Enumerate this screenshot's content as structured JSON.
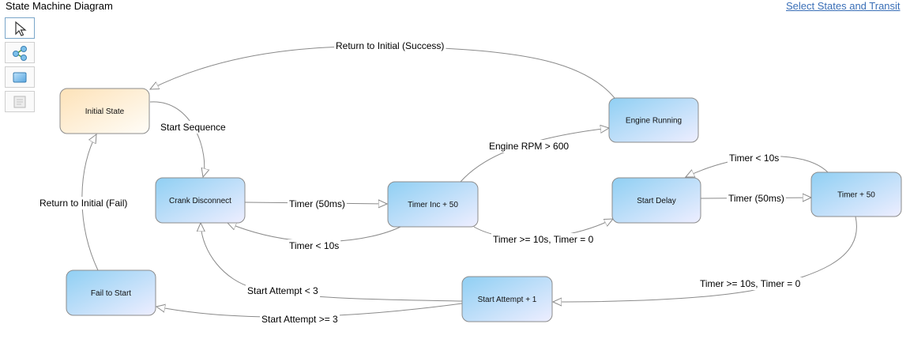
{
  "header": {
    "title": "State Machine Diagram",
    "link": "Select States and Transit"
  },
  "toolbar": {
    "tools": [
      {
        "icon": "pointer-icon"
      },
      {
        "icon": "transition-icon"
      },
      {
        "icon": "state-icon"
      },
      {
        "icon": "note-icon"
      }
    ]
  },
  "states": [
    {
      "id": "initial",
      "label": "Initial State",
      "style": "initial"
    },
    {
      "id": "engine_running",
      "label": "Engine Running",
      "style": "normal"
    },
    {
      "id": "crank",
      "label": "Crank Disconnect",
      "style": "normal"
    },
    {
      "id": "timer_inc",
      "label": "Timer Inc + 50",
      "style": "normal"
    },
    {
      "id": "start_delay",
      "label": "Start Delay",
      "style": "normal"
    },
    {
      "id": "timer_50",
      "label": "Timer + 50",
      "style": "normal"
    },
    {
      "id": "fail",
      "label": "Fail to Start",
      "style": "normal"
    },
    {
      "id": "attempt",
      "label": "Start Attempt + 1",
      "style": "normal"
    }
  ],
  "transitions": [
    {
      "id": "t1",
      "from": "engine_running",
      "to": "initial",
      "label": "Return to Initial (Success)"
    },
    {
      "id": "t2",
      "from": "initial",
      "to": "crank",
      "label": "Start Sequence"
    },
    {
      "id": "t3",
      "from": "timer_inc",
      "to": "engine_running",
      "label": "Engine RPM > 600"
    },
    {
      "id": "t4",
      "from": "timer_50",
      "to": "start_delay",
      "label": "Timer < 10s"
    },
    {
      "id": "t5",
      "from": "fail",
      "to": "initial",
      "label": "Return to Initial (Fail)"
    },
    {
      "id": "t6",
      "from": "crank",
      "to": "timer_inc",
      "label": "Timer (50ms)"
    },
    {
      "id": "t7",
      "from": "start_delay",
      "to": "timer_50",
      "label": "Timer (50ms)"
    },
    {
      "id": "t8",
      "from": "timer_inc",
      "to": "crank",
      "label": "Timer < 10s"
    },
    {
      "id": "t9",
      "from": "timer_inc",
      "to": "start_delay",
      "label": "Timer >= 10s, Timer = 0"
    },
    {
      "id": "t10",
      "from": "timer_50",
      "to": "attempt",
      "label": "Timer >= 10s, Timer = 0"
    },
    {
      "id": "t11",
      "from": "attempt",
      "to": "crank",
      "label": "Start Attempt < 3"
    },
    {
      "id": "t12",
      "from": "attempt",
      "to": "fail",
      "label": "Start Attempt >= 3"
    }
  ],
  "colors": {
    "initial_fill_top": "#fde7c4",
    "initial_fill_bottom": "#fffaf2",
    "state_fill_left": "#8fcff3",
    "state_fill_right": "#eeeeff",
    "edge": "#8a8a8a",
    "link": "#3a6fb7"
  }
}
